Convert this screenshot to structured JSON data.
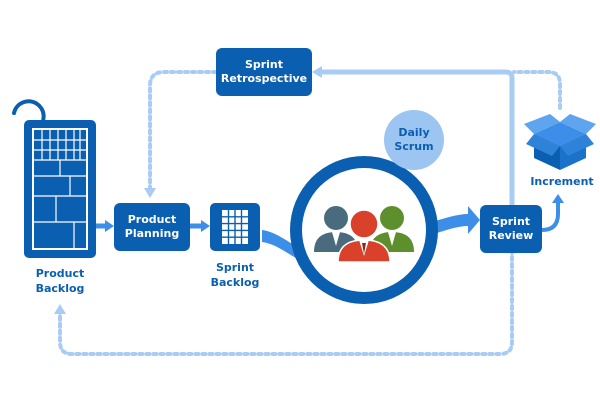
{
  "colors": {
    "primary": "#0b5fb0",
    "arrow": "#3d8ee8",
    "dotted": "#a9ccf5",
    "ring_outer": "#0b5fb0",
    "ring_inner": "#ffffff",
    "bubble": "#9cc5f2",
    "person_left": "#4a6b7d",
    "person_center": "#d9412b",
    "person_right": "#5e8f2d"
  },
  "nodes": {
    "product_backlog": {
      "label": "Product\nBacklog"
    },
    "product_planning": {
      "label": "Product\nPlanning"
    },
    "sprint_backlog": {
      "label": "Sprint\nBacklog"
    },
    "daily_scrum": {
      "label": "Daily\nScrum"
    },
    "sprint_review": {
      "label": "Sprint\nReview"
    },
    "sprint_retrospective": {
      "label": "Sprint\nRetrospective"
    },
    "increment": {
      "label": "Increment"
    }
  },
  "icons": {
    "cycle": "cycle-arrow-icon",
    "backlog_grid": "backlog-grid-icon",
    "sprint_grid": "sprint-backlog-grid-icon",
    "team": "team-people-icon",
    "box": "box-icon"
  }
}
